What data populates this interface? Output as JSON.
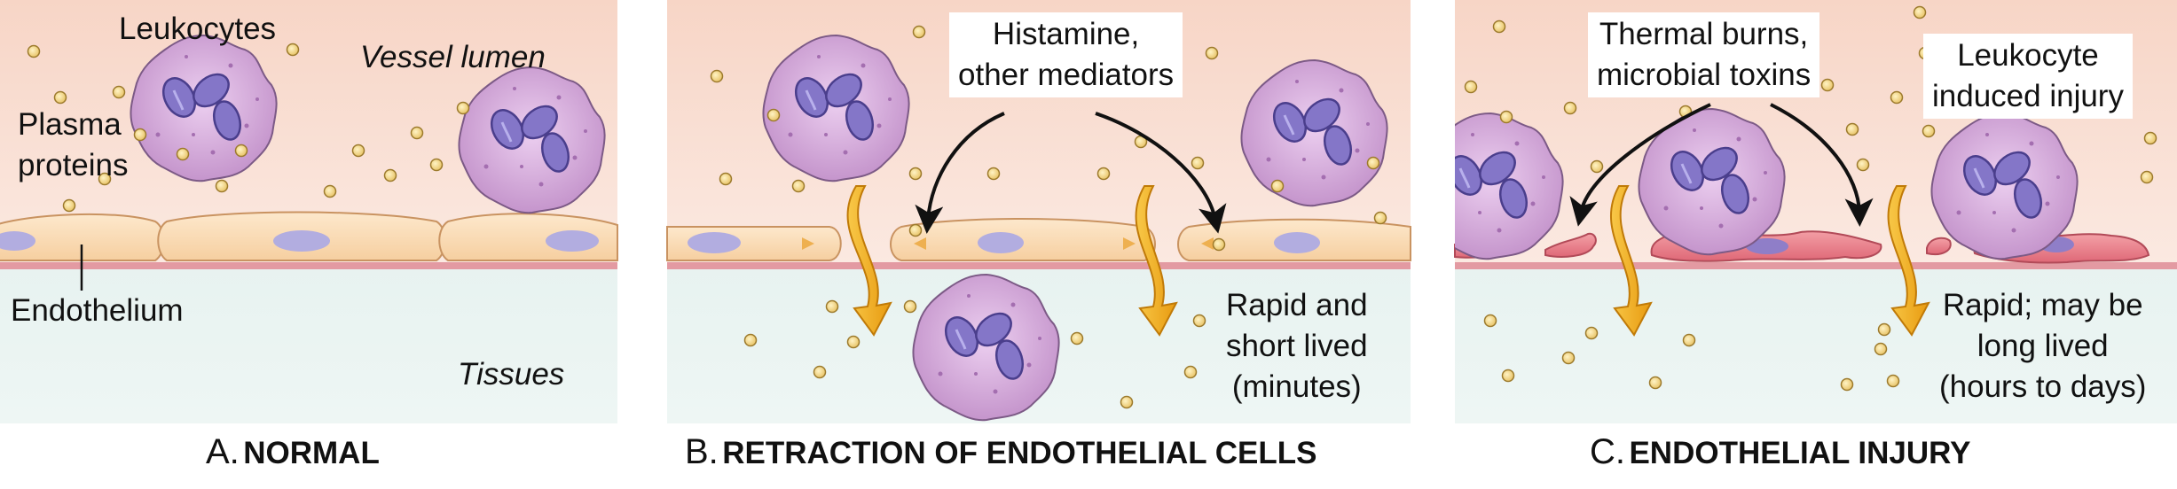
{
  "panels": [
    {
      "letter": "A.",
      "title": "NORMAL",
      "labels": {
        "leukocytes": "Leukocytes",
        "vessel_lumen": "Vessel lumen",
        "plasma_proteins_1": "Plasma",
        "plasma_proteins_2": "proteins",
        "endothelium": "Endothelium",
        "tissues": "Tissues"
      }
    },
    {
      "letter": "B.",
      "title": "RETRACTION OF ENDOTHELIAL CELLS",
      "labels": {
        "cause_1": "Histamine,",
        "cause_2": "other mediators",
        "duration_1": "Rapid and",
        "duration_2": "short lived",
        "duration_3": "(minutes)"
      }
    },
    {
      "letter": "C.",
      "title": "ENDOTHELIAL INJURY",
      "labels": {
        "cause_1": "Thermal burns,",
        "cause_2": "microbial toxins",
        "injury_1": "Leukocyte",
        "injury_2": "induced injury",
        "duration_1": "Rapid; may be",
        "duration_2": "long lived",
        "duration_3": "(hours to days)"
      }
    }
  ],
  "colors": {
    "lumen": "#f5d3c3",
    "tissue": "#e3f0ee",
    "endothelial_cell": "#fbdcb6",
    "nucleus": "#b2ade0",
    "leukocyte": "#d2a3d6",
    "leukocyte_nucleus": "#8a7bc4",
    "protein": "#f2d27a",
    "arrow": "#f2ad1e",
    "injured_cell": "#e87a86"
  }
}
